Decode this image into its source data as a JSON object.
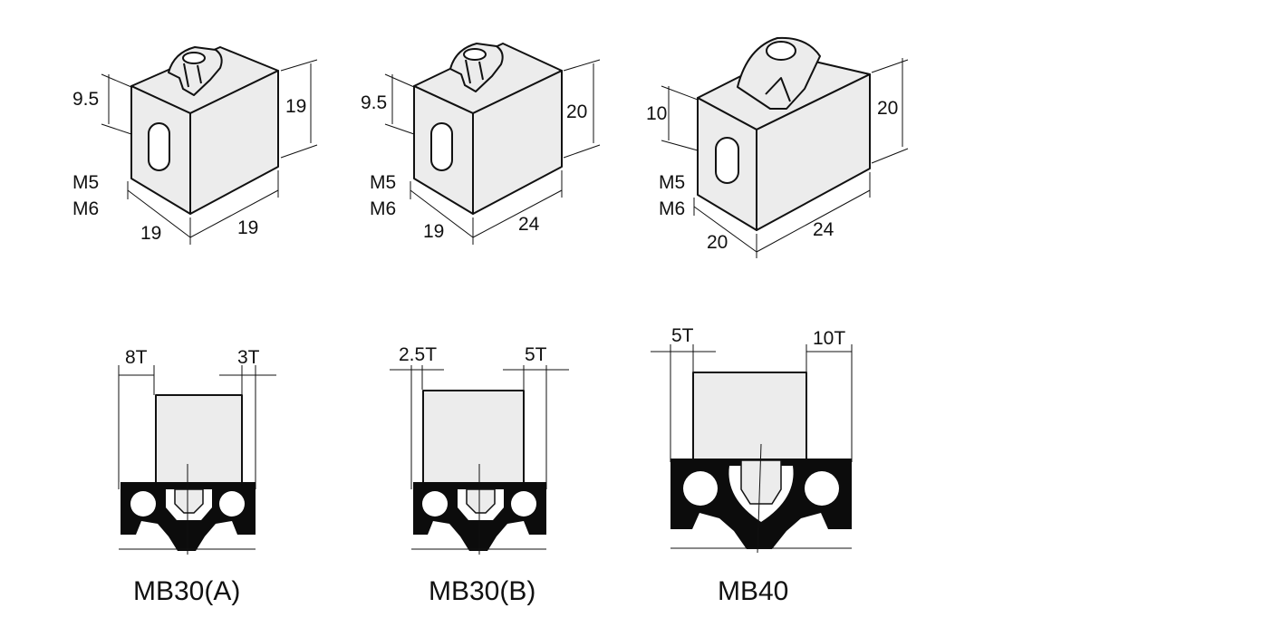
{
  "blocks": [
    {
      "id": "mb30a",
      "caption": "MB30(A)",
      "iso": {
        "height_label": "9.5",
        "right_height": "19",
        "thread_1": "M5",
        "thread_2": "M6",
        "depth": "19",
        "width": "19"
      },
      "front": {
        "left_offset": "8T",
        "right_offset": "3T"
      }
    },
    {
      "id": "mb30b",
      "caption": "MB30(B)",
      "iso": {
        "height_label": "9.5",
        "right_height": "20",
        "thread_1": "M5",
        "thread_2": "M6",
        "depth": "19",
        "width": "24"
      },
      "front": {
        "left_offset": "2.5T",
        "right_offset": "5T"
      }
    },
    {
      "id": "mb40",
      "caption": "MB40",
      "iso": {
        "height_label": "10",
        "right_height": "20",
        "thread_1": "M5",
        "thread_2": "M6",
        "depth": "20",
        "width": "24"
      },
      "front": {
        "left_offset": "5T",
        "right_offset": "10T"
      }
    }
  ],
  "colors": {
    "face": "#ececec",
    "profile": "#0c0c0c",
    "line": "#111111"
  }
}
